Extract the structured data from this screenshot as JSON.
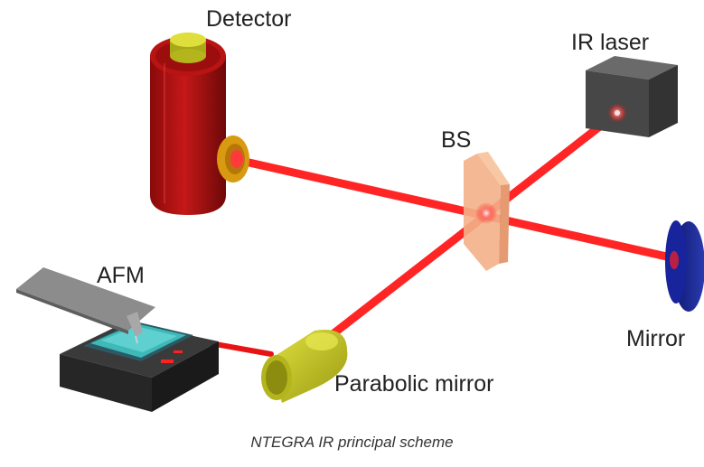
{
  "diagram": {
    "labels": {
      "detector": "Detector",
      "ir_laser": "IR laser",
      "beam_splitter": "BS",
      "afm": "AFM",
      "mirror": "Mirror",
      "parabolic_mirror": "Parabolic mirror"
    },
    "caption": "NTEGRA IR principal scheme",
    "colors": {
      "beam": "#ff1a1a",
      "detector_body": "#b01010",
      "detector_cap": "#c8c820",
      "laser_box": "#4a4a4a",
      "beam_splitter": "#f4b08a",
      "mirror": "#1c2a8c",
      "parabolic_mirror": "#c8c81e",
      "afm_base": "#2a2a2a",
      "afm_sample": "#3fb8b8",
      "afm_cantilever": "#8c8c8c"
    }
  }
}
